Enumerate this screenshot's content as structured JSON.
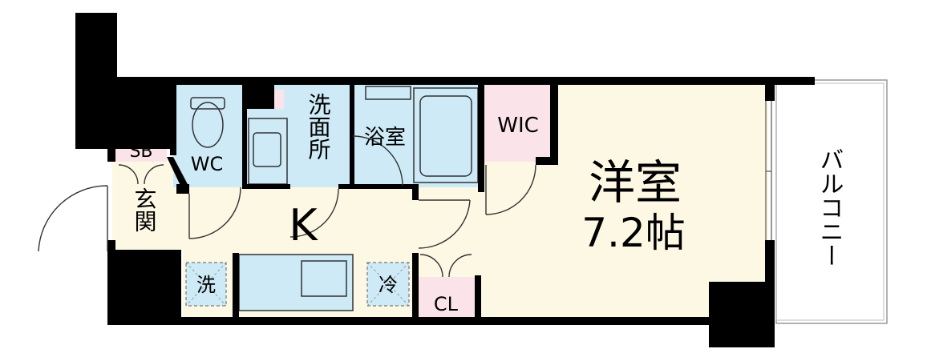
{
  "rooms": {
    "wc": "WC",
    "washroom": "洗面所",
    "bath": "浴室",
    "wic": "WIC",
    "western_room_name": "洋室",
    "western_room_size": "7.2帖",
    "kitchen": "K",
    "shoe_box": "SB",
    "entrance": "玄関",
    "washer": "洗",
    "fridge": "冷",
    "closet": "CL",
    "balcony": "バルコニー"
  },
  "colors": {
    "wet_area": "#cdeaf6",
    "storage": "#fbe3ea",
    "living": "#fdf8e4",
    "wall": "#000000",
    "balcony": "#ffffff"
  }
}
